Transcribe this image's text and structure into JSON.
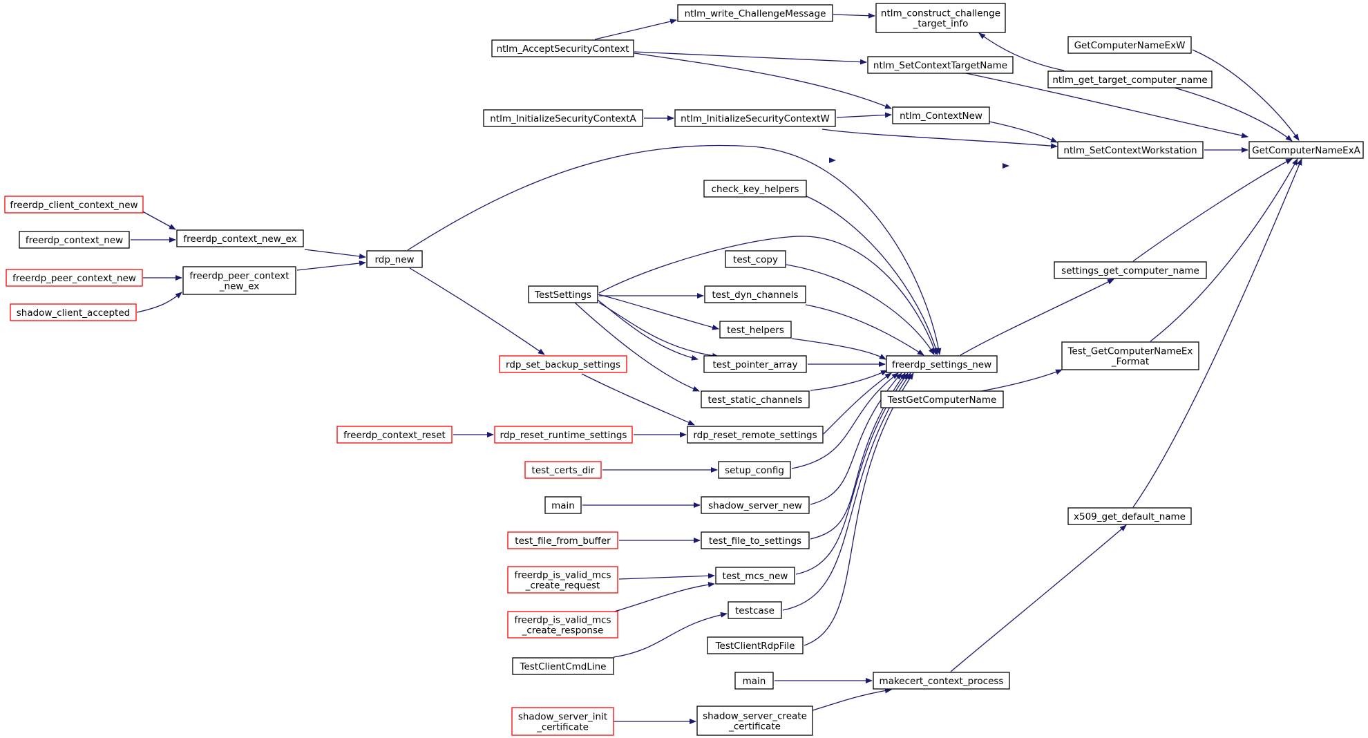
{
  "colors": {
    "edge": "#191970",
    "border_default": "#000000",
    "border_truncated": "#ff0000",
    "root_fill": "#bfbfbf",
    "node_fill": "#ffffff",
    "background": "#ffffff"
  },
  "nodes": {
    "GetComputerNameExA": {
      "lines": [
        "GetComputerNameExA"
      ],
      "style": "root"
    },
    "GetComputerNameExW": {
      "lines": [
        "GetComputerNameExW"
      ],
      "style": "normal"
    },
    "ntlm_get_target_computer_name": {
      "lines": [
        "ntlm_get_target_computer_name"
      ],
      "style": "normal"
    },
    "ntlm_SetContextWorkstation": {
      "lines": [
        "ntlm_SetContextWorkstation"
      ],
      "style": "normal"
    },
    "settings_get_computer_name": {
      "lines": [
        "settings_get_computer_name"
      ],
      "style": "normal"
    },
    "Test_GetComputerNameEx_Format": {
      "lines": [
        "Test_GetComputerNameEx",
        "_Format"
      ],
      "style": "normal"
    },
    "x509_get_default_name": {
      "lines": [
        "x509_get_default_name"
      ],
      "style": "normal"
    },
    "ntlm_write_ChallengeMessage": {
      "lines": [
        "ntlm_write_ChallengeMessage"
      ],
      "style": "normal"
    },
    "ntlm_construct_challenge_target_info": {
      "lines": [
        "ntlm_construct_challenge",
        "_target_info"
      ],
      "style": "normal"
    },
    "ntlm_AcceptSecurityContext": {
      "lines": [
        "ntlm_AcceptSecurityContext"
      ],
      "style": "normal"
    },
    "ntlm_SetContextTargetName": {
      "lines": [
        "ntlm_SetContextTargetName"
      ],
      "style": "normal"
    },
    "ntlm_InitializeSecurityContextA": {
      "lines": [
        "ntlm_InitializeSecurityContextA"
      ],
      "style": "normal"
    },
    "ntlm_InitializeSecurityContextW": {
      "lines": [
        "ntlm_InitializeSecurityContextW"
      ],
      "style": "normal"
    },
    "ntlm_ContextNew": {
      "lines": [
        "ntlm_ContextNew"
      ],
      "style": "normal"
    },
    "freerdp_settings_new": {
      "lines": [
        "freerdp_settings_new"
      ],
      "style": "normal"
    },
    "TestGetComputerName": {
      "lines": [
        "TestGetComputerName"
      ],
      "style": "normal"
    },
    "makecert_context_process": {
      "lines": [
        "makecert_context_process"
      ],
      "style": "normal"
    },
    "rdp_new": {
      "lines": [
        "rdp_new"
      ],
      "style": "normal"
    },
    "check_key_helpers": {
      "lines": [
        "check_key_helpers"
      ],
      "style": "normal"
    },
    "TestSettings": {
      "lines": [
        "TestSettings"
      ],
      "style": "normal"
    },
    "test_copy": {
      "lines": [
        "test_copy"
      ],
      "style": "normal"
    },
    "test_dyn_channels": {
      "lines": [
        "test_dyn_channels"
      ],
      "style": "normal"
    },
    "test_helpers": {
      "lines": [
        "test_helpers"
      ],
      "style": "normal"
    },
    "test_pointer_array": {
      "lines": [
        "test_pointer_array"
      ],
      "style": "normal"
    },
    "test_static_channels": {
      "lines": [
        "test_static_channels"
      ],
      "style": "normal"
    },
    "rdp_reset_remote_settings": {
      "lines": [
        "rdp_reset_remote_settings"
      ],
      "style": "normal"
    },
    "setup_config": {
      "lines": [
        "setup_config"
      ],
      "style": "normal"
    },
    "shadow_server_new": {
      "lines": [
        "shadow_server_new"
      ],
      "style": "normal"
    },
    "test_file_to_settings": {
      "lines": [
        "test_file_to_settings"
      ],
      "style": "normal"
    },
    "test_mcs_new": {
      "lines": [
        "test_mcs_new"
      ],
      "style": "normal"
    },
    "testcase": {
      "lines": [
        "testcase"
      ],
      "style": "normal"
    },
    "TestClientRdpFile": {
      "lines": [
        "TestClientRdpFile"
      ],
      "style": "normal"
    },
    "freerdp_client_context_new": {
      "lines": [
        "freerdp_client_context_new"
      ],
      "style": "truncated"
    },
    "freerdp_context_new": {
      "lines": [
        "freerdp_context_new"
      ],
      "style": "normal"
    },
    "freerdp_context_new_ex": {
      "lines": [
        "freerdp_context_new_ex"
      ],
      "style": "normal"
    },
    "freerdp_peer_context_new": {
      "lines": [
        "freerdp_peer_context_new"
      ],
      "style": "truncated"
    },
    "freerdp_peer_context_new_ex": {
      "lines": [
        "freerdp_peer_context",
        "_new_ex"
      ],
      "style": "normal"
    },
    "shadow_client_accepted": {
      "lines": [
        "shadow_client_accepted"
      ],
      "style": "truncated"
    },
    "rdp_set_backup_settings": {
      "lines": [
        "rdp_set_backup_settings"
      ],
      "style": "truncated"
    },
    "freerdp_context_reset": {
      "lines": [
        "freerdp_context_reset"
      ],
      "style": "truncated"
    },
    "rdp_reset_runtime_settings": {
      "lines": [
        "rdp_reset_runtime_settings"
      ],
      "style": "truncated"
    },
    "test_certs_dir": {
      "lines": [
        "test_certs_dir"
      ],
      "style": "truncated"
    },
    "main_1": {
      "lines": [
        "main"
      ],
      "style": "normal"
    },
    "test_file_from_buffer": {
      "lines": [
        "test_file_from_buffer"
      ],
      "style": "truncated"
    },
    "freerdp_is_valid_mcs_create_request": {
      "lines": [
        "freerdp_is_valid_mcs",
        "_create_request"
      ],
      "style": "truncated"
    },
    "freerdp_is_valid_mcs_create_response": {
      "lines": [
        "freerdp_is_valid_mcs",
        "_create_response"
      ],
      "style": "truncated"
    },
    "TestClientCmdLine": {
      "lines": [
        "TestClientCmdLine"
      ],
      "style": "normal"
    },
    "main_2": {
      "lines": [
        "main"
      ],
      "style": "normal"
    },
    "shadow_server_init_certificate": {
      "lines": [
        "shadow_server_init",
        "_certificate"
      ],
      "style": "truncated"
    },
    "shadow_server_create_certificate": {
      "lines": [
        "shadow_server_create",
        "_certificate"
      ],
      "style": "normal"
    }
  }
}
